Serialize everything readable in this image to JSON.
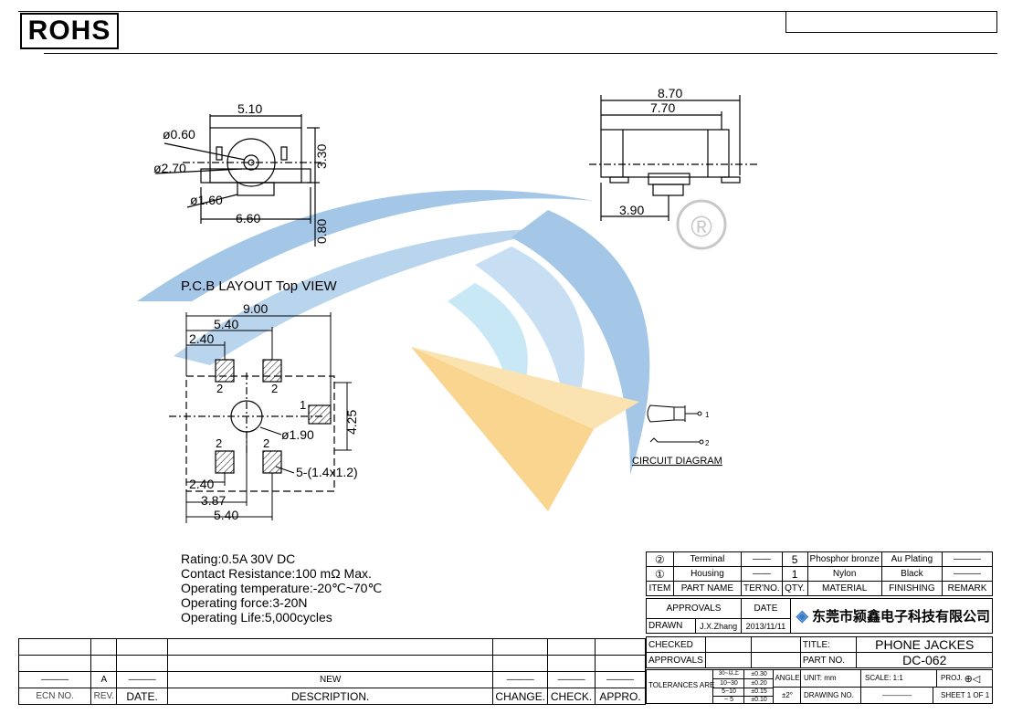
{
  "logo": "ROHS",
  "top_view": {
    "dims": [
      "5.10",
      "ø0.60",
      "ø2.70",
      "3.30",
      "ø1.60",
      "6.60",
      "0.80"
    ]
  },
  "side_view": {
    "dims": [
      "8.70",
      "7.70",
      "3.90"
    ]
  },
  "pcb": {
    "title": "P.C.B LAYOUT Top VIEW",
    "dims": [
      "9.00",
      "5.40",
      "2.40",
      "4.25",
      "ø1.90",
      "2.40",
      "3.87",
      "5.40",
      "5-(1.4x1.2)"
    ],
    "pad_labels": [
      "2",
      "2",
      "1",
      "2",
      "2"
    ]
  },
  "circuit": {
    "title": "CIRCUIT DIAGRAM",
    "pins": [
      "1",
      "2"
    ]
  },
  "registered_mark": "®",
  "notes": [
    "Rating:0.5A  30V  DC",
    "Contact  Resistance:100  mΩ  Max.",
    "Operating  temperature:-20℃~70℃",
    "Operating  force:3-20N",
    "Operating  Life:5,000cycles"
  ],
  "bom": {
    "rows": [
      {
        "item": "②",
        "part": "Terminal",
        "ter": "——",
        "qty": "5",
        "material": "Phosphor bronze",
        "finishing": "Au Plating",
        "remark": "———"
      },
      {
        "item": "①",
        "part": "Housing",
        "ter": "——",
        "qty": "1",
        "material": "Nylon",
        "finishing": "Black",
        "remark": "———"
      }
    ],
    "header": {
      "item": "ITEM",
      "part": "PART NAME",
      "ter": "TER'NO.",
      "qty": "QTY.",
      "material": "MATERIAL",
      "finishing": "FINISHING",
      "remark": "REMARK"
    }
  },
  "title_block": {
    "approvals": "APPROVALS",
    "date": "DATE",
    "drawn": "DRAWN",
    "drawn_by": "J.X.Zhang",
    "drawn_date": "2013/11/11",
    "checked": "CHECKED",
    "approvals2": "APPROVALS",
    "company": "东莞市颍鑫电子科技有限公司",
    "title_label": "TITLE:",
    "title": "PHONE  JACKES",
    "part_no_label": "PART  NO.",
    "part_no": "DC-062",
    "tolerances": "TOLERANCES  ARE",
    "tol_rows": [
      [
        "30~以上",
        "±0.30"
      ],
      [
        "10~30",
        "±0.20"
      ],
      [
        "5~10",
        "±0.15"
      ],
      [
        "~ 5",
        "±0.10"
      ]
    ],
    "angle": "ANGLE",
    "angle_val": "±2°",
    "unit": "UNIT:  mm",
    "scale": "SCALE:   1:1",
    "proj": "PROJ.",
    "drawing_no": "DRAWING  NO.",
    "drawing_no_val": "————",
    "sheet": "SHEET   1  OF  1"
  },
  "revision": {
    "row": [
      "———",
      "A",
      "———",
      "NEW",
      "———",
      "———",
      "———"
    ],
    "headers": [
      "ECN  NO.",
      "REV.",
      "DATE.",
      "DESCRIPTION.",
      "CHANGE.",
      "CHECK.",
      "APPRO."
    ]
  },
  "colors": {
    "watermark_blue": "#5b9bd5",
    "watermark_orange": "#f5b335"
  }
}
